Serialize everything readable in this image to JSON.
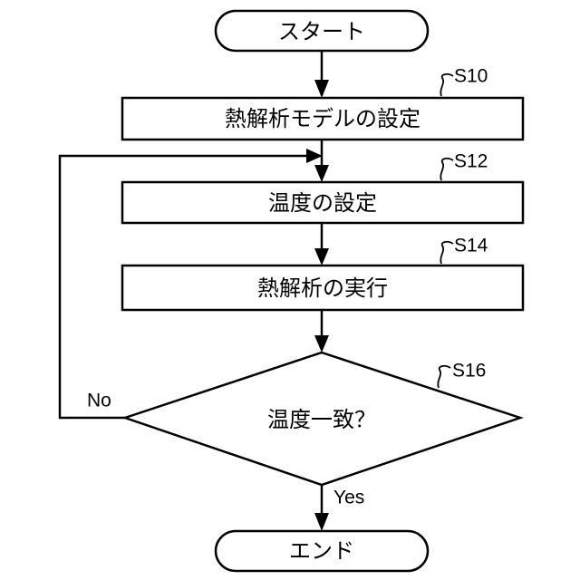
{
  "flowchart": {
    "start": {
      "label": "スタート"
    },
    "steps": [
      {
        "id": "S10",
        "label": "熱解析モデルの設定"
      },
      {
        "id": "S12",
        "label": "温度の設定"
      },
      {
        "id": "S14",
        "label": "熱解析の実行"
      }
    ],
    "decision": {
      "id": "S16",
      "label": "温度一致？",
      "no_label": "No",
      "yes_label": "Yes"
    },
    "end": {
      "label": "エンド"
    }
  }
}
